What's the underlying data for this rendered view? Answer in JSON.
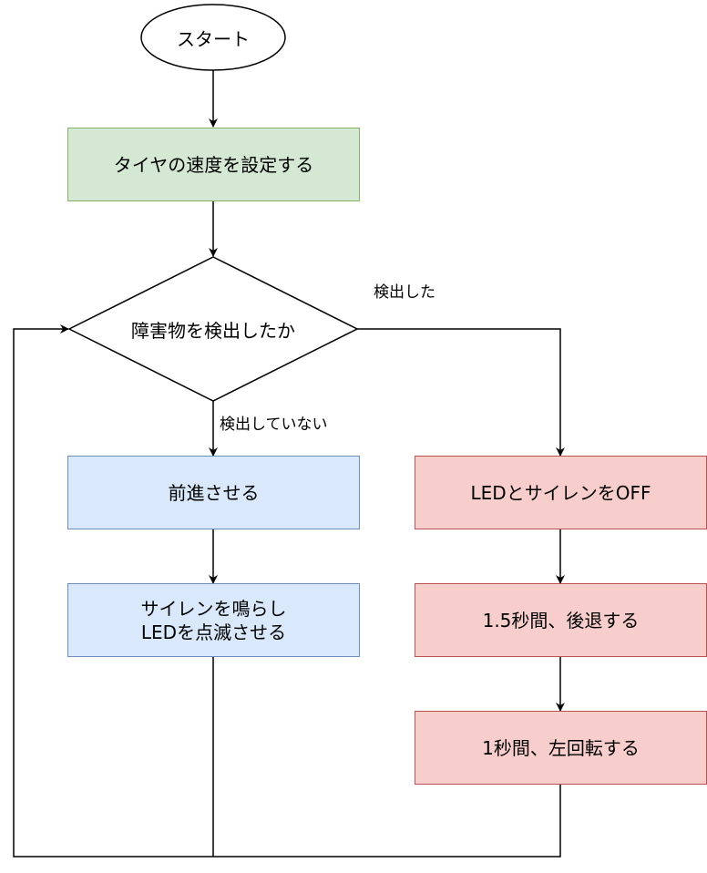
{
  "nodes": {
    "start": "スタート",
    "set_speed": "タイヤの速度を設定する",
    "decision": "障害物を検出したか",
    "forward": "前進させる",
    "siren_led": "サイレンを鳴らし\nLEDを点滅させる",
    "led_siren_off": "LEDとサイレンをOFF",
    "reverse": "1.5秒間、後退する",
    "turn_left": "1秒間、左回転する"
  },
  "edge_labels": {
    "detected": "検出した",
    "not_detected": "検出していない"
  },
  "colors": {
    "green_fill": "#d5e8d4",
    "green_border": "#82b366",
    "blue_fill": "#dae8fc",
    "blue_border": "#6c8ebf",
    "red_fill": "#f8cecc",
    "red_border": "#b85450"
  }
}
